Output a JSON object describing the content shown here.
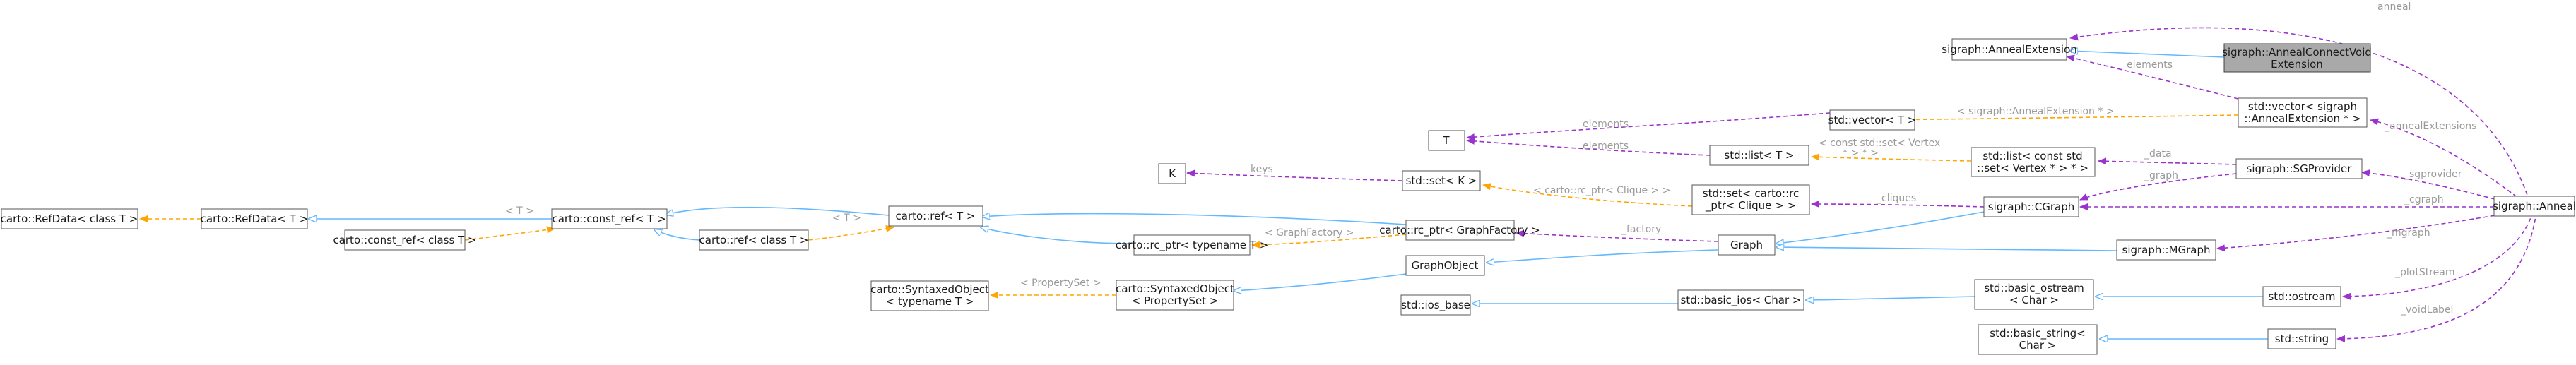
{
  "colors": {
    "inheritance": "#63b8ff",
    "template": "#ffa500",
    "usage": "#9a32cd",
    "highlight_fill": "#a9a9a9"
  },
  "nodes": {
    "annealconnectvoid": [
      "sigraph::AnnealConnectVoid",
      "Extension"
    ],
    "annealextension": [
      "sigraph::AnnealExtension"
    ],
    "vector_annealext": [
      "std::vector< sigraph",
      "::AnnealExtension * >"
    ],
    "anneal": [
      "sigraph::Anneal"
    ],
    "T": [
      "T"
    ],
    "vector_T": [
      "std::vector< T >"
    ],
    "list_T": [
      "std::list< T >"
    ],
    "list_set_vertex": [
      "std::list< const std",
      "::set< Vertex * > * >"
    ],
    "sgprovider": [
      "sigraph::SGProvider"
    ],
    "K": [
      "K"
    ],
    "set_K": [
      "std::set< K >"
    ],
    "set_clique": [
      "std::set< carto::rc",
      "_ptr< Clique > >"
    ],
    "cgraph": [
      "sigraph::CGraph"
    ],
    "refdata_class": [
      "carto::RefData< class T >"
    ],
    "refdata_T": [
      "carto::RefData< T >"
    ],
    "const_ref_T": [
      "carto::const_ref< T >"
    ],
    "const_ref_class": [
      "carto::const_ref< class T >"
    ],
    "ref_T": [
      "carto::ref< T >"
    ],
    "ref_class": [
      "carto::ref< class T >"
    ],
    "rc_ptr_graphfactory": [
      "carto::rc_ptr< GraphFactory >"
    ],
    "rc_ptr_typename": [
      "carto::rc_ptr< typename T >"
    ],
    "graph": [
      "Graph"
    ],
    "mgraph": [
      "sigraph::MGraph"
    ],
    "graphobject": [
      "GraphObject"
    ],
    "syntaxed_typename": [
      "carto::SyntaxedObject",
      "< typename T >"
    ],
    "syntaxed_propertyset": [
      "carto::SyntaxedObject",
      "< PropertySet >"
    ],
    "ios_base": [
      "std::ios_base"
    ],
    "basic_ios": [
      "std::basic_ios< Char >"
    ],
    "basic_ostream": [
      "std::basic_ostream",
      "< Char >"
    ],
    "ostream": [
      "std::ostream"
    ],
    "basic_string": [
      "std::basic_string<",
      "Char >"
    ],
    "string": [
      "std::string"
    ]
  },
  "edge_labels": {
    "anneal": "anneal",
    "elements_vec_ext": "elements",
    "elements_T_vec": "elements",
    "elements_T_list": "elements",
    "tpl_vector_ext": "< sigraph::AnnealExtension * >",
    "tpl_list_set": [
      "< const std::set< Vertex",
      "* > * >"
    ],
    "annealextensions": "_annealExtensions",
    "data": "_data",
    "graph": "_graph",
    "sgprovider": "_sgprovider",
    "cgraph": "_cgraph",
    "keys": "keys",
    "tpl_set_clique": "< carto::rc_ptr< Clique > >",
    "cliques": "_cliques",
    "tpl_ref_T1": "< T >",
    "tpl_ref_T2": "< T >",
    "tpl_graphfactory": "< GraphFactory >",
    "factory": "_factory",
    "mgraph": "_mgraph",
    "tpl_propertyset": "< PropertySet >",
    "plotstream": "_plotStream",
    "voidlabel": "_voidLabel"
  }
}
